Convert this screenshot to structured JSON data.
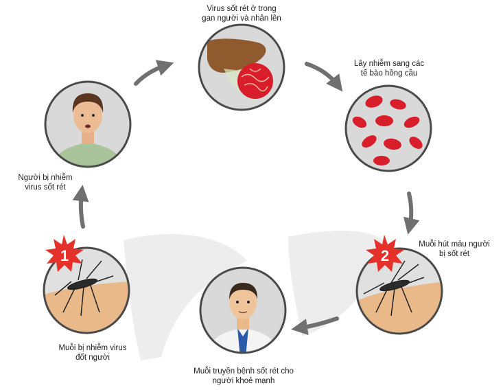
{
  "stages": [
    {
      "id": "liver",
      "line1": "Virus sốt rét ở trong",
      "line2": "gan người và nhân lên"
    },
    {
      "id": "rbc",
      "line1": "Lây nhiễm sang các",
      "line2": "tế bào hồng cầu"
    },
    {
      "id": "bite-sick",
      "line1": "Muỗi hút máu người",
      "line2": "bị sốt rét",
      "badge": "2"
    },
    {
      "id": "healthy",
      "line1": "Muỗi truyền bệnh sốt rét cho",
      "line2": "người khoẻ mạnh"
    },
    {
      "id": "bite-infected",
      "line1": "Muỗi bị nhiễm virus",
      "line2": "đốt người",
      "badge": "1"
    },
    {
      "id": "sick-person",
      "line1": "Người bị nhiễm",
      "line2": "virus sốt rét"
    }
  ],
  "colors": {
    "circle_fill": "#d9d9d9",
    "circle_stroke": "#4a4a4a",
    "arrow": "#707070",
    "badge": "#e4322b",
    "skin": "#e9b98a",
    "blood": "#d81e2a",
    "liver": "#8f5a2e",
    "shirt_green": "#a9c49a"
  }
}
